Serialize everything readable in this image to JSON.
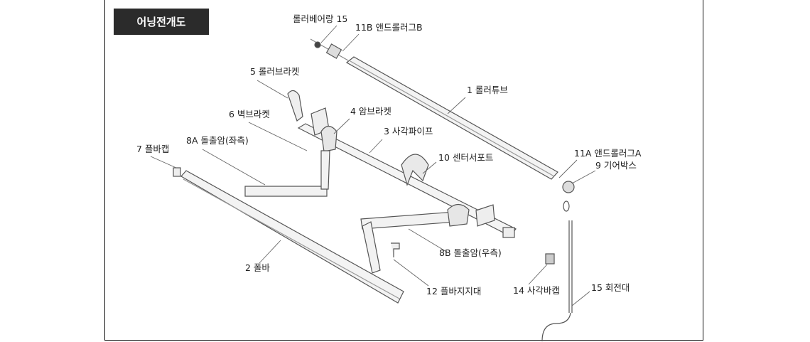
{
  "title": "어닝전개도",
  "labels": {
    "roller_bearing": "롤러베어랑 15",
    "end_plug_b": "11B 앤드롤러그B",
    "roller_bracket": "5  롤러브라켓",
    "roller_tube": "1  롤러튜브",
    "wall_bracket": "6  벽브라켓",
    "arm_bracket": "4  암브라켓",
    "square_pipe": "3  사각파이프",
    "arm_left": "8A 돌출암(좌측)",
    "bar_cap": "7  플바캡",
    "center_support": "10  센터서포트",
    "end_plug_a": "11A 앤드롤러그A",
    "gearbox": "9  기어박스",
    "arm_right": "8B  돌출암(우측)",
    "front_bar": "2  폴바",
    "square_bar_cap": "14  사각바캡",
    "crank": "15 회전대",
    "bar_support": "12  플바지지대"
  }
}
